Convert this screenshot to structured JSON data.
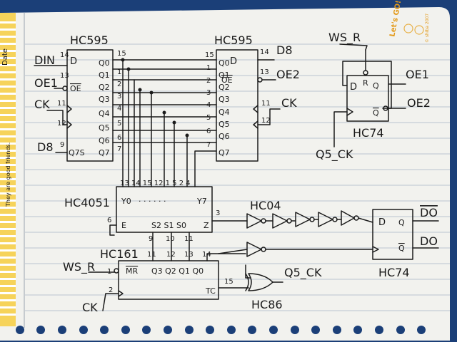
{
  "notebook": {
    "side_label_date": "Date",
    "side_label_friends": "They are good friends.",
    "brand_text": "Let's GO!",
    "brand_sub": "© shiba 2007"
  },
  "chips": {
    "u1": {
      "name": "HC595",
      "pin_d": "D",
      "pin_oe": "OE",
      "outputs": [
        "Q0",
        "Q1",
        "Q2",
        "Q3",
        "Q4",
        "Q5",
        "Q6",
        "Q7"
      ],
      "pin_q7s": "Q7S",
      "pin_nums": [
        "15",
        "1",
        "2",
        "3",
        "4",
        "5",
        "6",
        "7"
      ],
      "num_din": "14",
      "num_oe": "13",
      "num_ck": "11",
      "num_12": "12",
      "num_q7s": "9"
    },
    "u2": {
      "name": "HC595",
      "pin_d": "D",
      "pin_oe": "OE",
      "outputs": [
        "Q0",
        "Q1",
        "Q2",
        "Q3",
        "Q4",
        "Q5",
        "Q6",
        "Q7"
      ],
      "pin_nums": [
        "15",
        "1",
        "2",
        "3",
        "4",
        "5",
        "6",
        "7"
      ],
      "num_d": "14",
      "num_oe": "13",
      "num_ck": "11",
      "num_12": "12"
    },
    "u3": {
      "name": "HC4051",
      "y0": "Y0",
      "dots": "· · · · · ·",
      "y7": "Y7",
      "enable": "E",
      "selects": "S2  S1  S0",
      "z": "Z",
      "top_pins": "13 14 15 12  1   5   2  4",
      "num_e": "6",
      "num_z": "3",
      "bottom_pins": [
        "9",
        "10",
        "11"
      ]
    },
    "u4": {
      "name": "HC161",
      "mr": "MR",
      "outputs": "Q3  Q2  Q1 Q0",
      "tc": "TC",
      "num_mr": "1",
      "num_ck": "2",
      "num_tc": "15",
      "top_pins": [
        "11",
        "12",
        "13",
        "14"
      ]
    },
    "u5": {
      "name": "HC04"
    },
    "u6": {
      "name": "HC86"
    },
    "u7": {
      "name": "HC74",
      "d": "D",
      "r": "R",
      "q": "Q",
      "qbar": "Q"
    },
    "u8": {
      "name": "HC74",
      "d": "D",
      "q": "Q",
      "qbar": "Q"
    }
  },
  "signals": {
    "din": "DIN",
    "oe1_left": "OE1",
    "ck_left": "CK",
    "d8_left": "D8",
    "d8_right": "D8",
    "oe2": "OE2",
    "ck_right": "CK",
    "ws_r_top": "WS_R",
    "oe1_right": "OE1",
    "oe2_right": "OE2",
    "q5_ck_left": "Q5_CK",
    "ws_r_left": "WS_R",
    "ck_bottom": "CK",
    "q5_ck_right": "Q5_CK",
    "do": "DO",
    "do_bar": "DO"
  }
}
